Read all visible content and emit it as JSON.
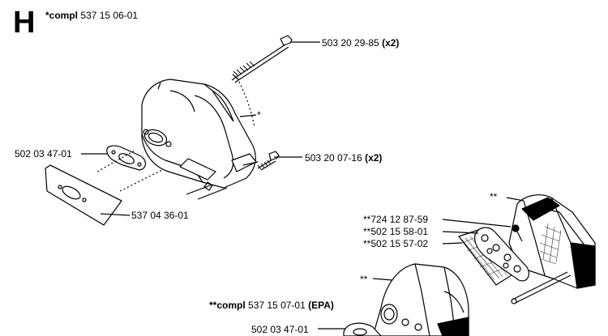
{
  "section_letter": "H",
  "header": {
    "prefix": "*compl",
    "part": "537 15 06-01"
  },
  "labels": {
    "screw_top": {
      "part": "503 20 29-85",
      "qty": "(x2)"
    },
    "muffler_mark": "*",
    "gasket_top": "502 03 47-01",
    "screw_mid": {
      "part": "503 20 07-16",
      "qty": "(x2)"
    },
    "plate": "537 04 36-01",
    "epa_cover_mark": "**",
    "spark_screw": "**724 12 87-59",
    "spark_plate": "**502 15 58-01",
    "spark_screen": "**502 15 57-02",
    "epa_body_mark": "**",
    "compl_epa": {
      "prefix": "**compl",
      "part": "537 15 07-01",
      "suffix": "(EPA)"
    },
    "gasket_bottom": "502 03 47-01"
  },
  "colors": {
    "ink": "#000000",
    "paper": "#ffffff"
  }
}
